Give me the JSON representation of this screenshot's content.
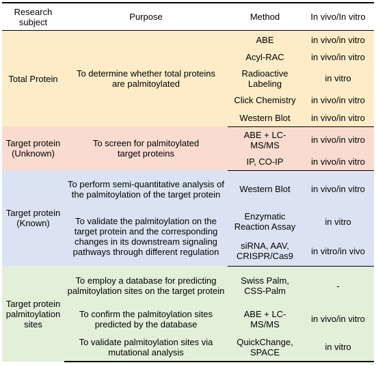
{
  "headers": [
    "Research subject",
    "Purpose",
    "Method",
    "In vivo/In vitro"
  ],
  "groups": [
    {
      "subject": "Total Protein",
      "purposes": [
        "To determine whether total proteins  are palmitoylated"
      ],
      "methods": [
        "ABE",
        "Acyl-RAC",
        "Radioactive Labeling",
        "Click Chemistry",
        "Western Blot"
      ],
      "models": [
        "in vivo/in vitro",
        "in vivo/in vitro",
        "in vitro",
        "in vivo/in vitro",
        "in vivo/in vitro"
      ]
    },
    {
      "subject": "Target protein (Unknown)",
      "purposes": [
        "To screen for palmitoylated target proteins"
      ],
      "methods": [
        "ABE + LC-MS/MS",
        "IP, CO-IP"
      ],
      "models": [
        "in vivo/in vitro",
        "in vivo/in vitro"
      ]
    },
    {
      "subject": "Target protein (Known)",
      "purposes": [
        "To perform semi-quantitative analysis of the palmitoylation of the target protein",
        "To validate the palmitoylation on the target protein and the corresponding changes in its downstream signaling pathways through different regulation"
      ],
      "methods": [
        "Western Blot",
        "Enzymatic Reaction Assay",
        "siRNA, AAV, CRISPR/Cas9"
      ],
      "models": [
        "in vivo/in vitro",
        "in vitro",
        "in vitro/in vivo"
      ]
    },
    {
      "subject": "Target protein palmitoylation sites",
      "purposes": [
        "To employ a database for predicting palmitoylation sites on the target protein",
        "To confirm the palmitoylation sites predicted by the database",
        "To validate palmitoylation sites via mutational analysis"
      ],
      "methods": [
        "Swiss Palm, CSS-Palm",
        "ABE + LC-MS/MS",
        "QuickChange, SPACE"
      ],
      "models": [
        "-",
        "in vivo/in vitro",
        "in vitro"
      ]
    }
  ]
}
